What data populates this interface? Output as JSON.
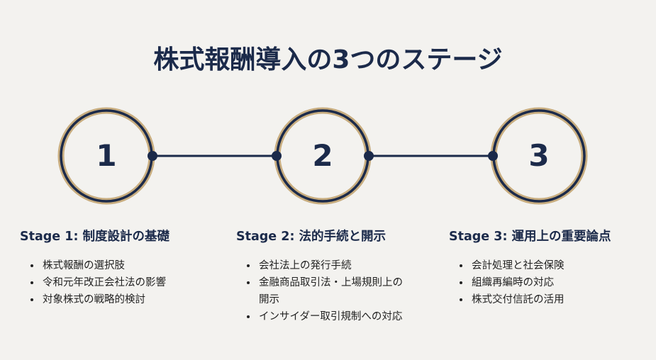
{
  "title": "株式報酬導入の3つのステージ",
  "colors": {
    "navy": "#1b2a4a",
    "gold": "#c8ad7f",
    "background": "#f3f2ef"
  },
  "stages": [
    {
      "number": "1",
      "heading": "Stage 1: 制度設計の基礎",
      "items": [
        "株式報酬の選択肢",
        "令和元年改正会社法の影響",
        "対象株式の戦略的検討"
      ]
    },
    {
      "number": "2",
      "heading": "Stage 2: 法的手続と開示",
      "items": [
        "会社法上の発行手続",
        "金融商品取引法・上場規則上の開示",
        "インサイダー取引規制への対応"
      ]
    },
    {
      "number": "3",
      "heading": "Stage 3: 運用上の重要論点",
      "items": [
        "会計処理と社会保険",
        "組織再編時の対応",
        "株式交付信託の活用"
      ]
    }
  ]
}
